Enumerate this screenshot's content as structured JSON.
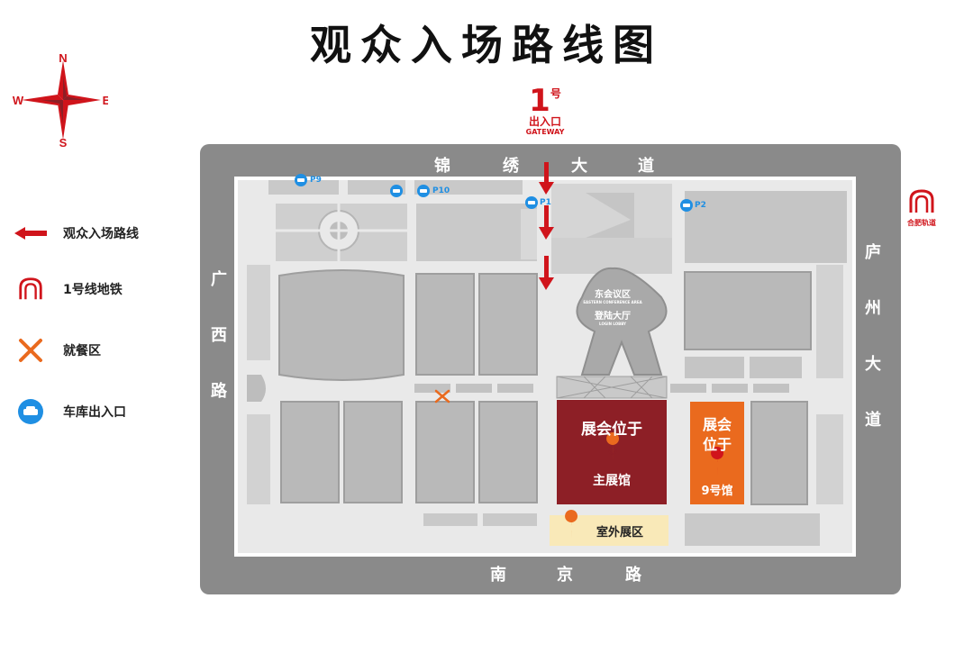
{
  "title": "观众入场路线图",
  "compass": {
    "n": "N",
    "s": "S",
    "e": "E",
    "w": "W"
  },
  "gateway": {
    "num": "1",
    "suffix": "号",
    "cn": "出入口",
    "en": "GATEWAY"
  },
  "legend": [
    {
      "icon": "red-arrow-icon",
      "label": "观众入场路线"
    },
    {
      "icon": "metro-icon",
      "label": "1号线地铁"
    },
    {
      "icon": "fork-knife-icon",
      "label": "就餐区"
    },
    {
      "icon": "car-icon",
      "label": "车库出入口"
    }
  ],
  "roads": {
    "north": [
      "锦",
      "绣",
      "大",
      "道"
    ],
    "south": [
      "南",
      "京",
      "路"
    ],
    "west": [
      "广",
      "西",
      "路"
    ],
    "east": [
      "庐",
      "州",
      "大",
      "道"
    ]
  },
  "parking": [
    "P9",
    "P10",
    "P1",
    "P2"
  ],
  "lobby": {
    "cn1": "东会议区",
    "en1": "EASTERN CONFERENCE AREA",
    "cn2": "登陆大厅",
    "en2": "LOGIN LOBBY"
  },
  "main_hall": {
    "line1": "展会位于",
    "name": "主展馆"
  },
  "hall9": {
    "line1": "展会",
    "line2": "位于",
    "name": "9号馆"
  },
  "outdoor": {
    "name": "室外展区"
  },
  "metro_side": {
    "label": "合肥轨道"
  },
  "colors": {
    "red": "#d0141b",
    "main_hall": "#8d1f26",
    "hall9": "#ea6a1e",
    "outdoor": "#f9e9b8",
    "road": "#8a8a8a",
    "block": "#cfcfcf",
    "parking": "#1f8fe3"
  }
}
